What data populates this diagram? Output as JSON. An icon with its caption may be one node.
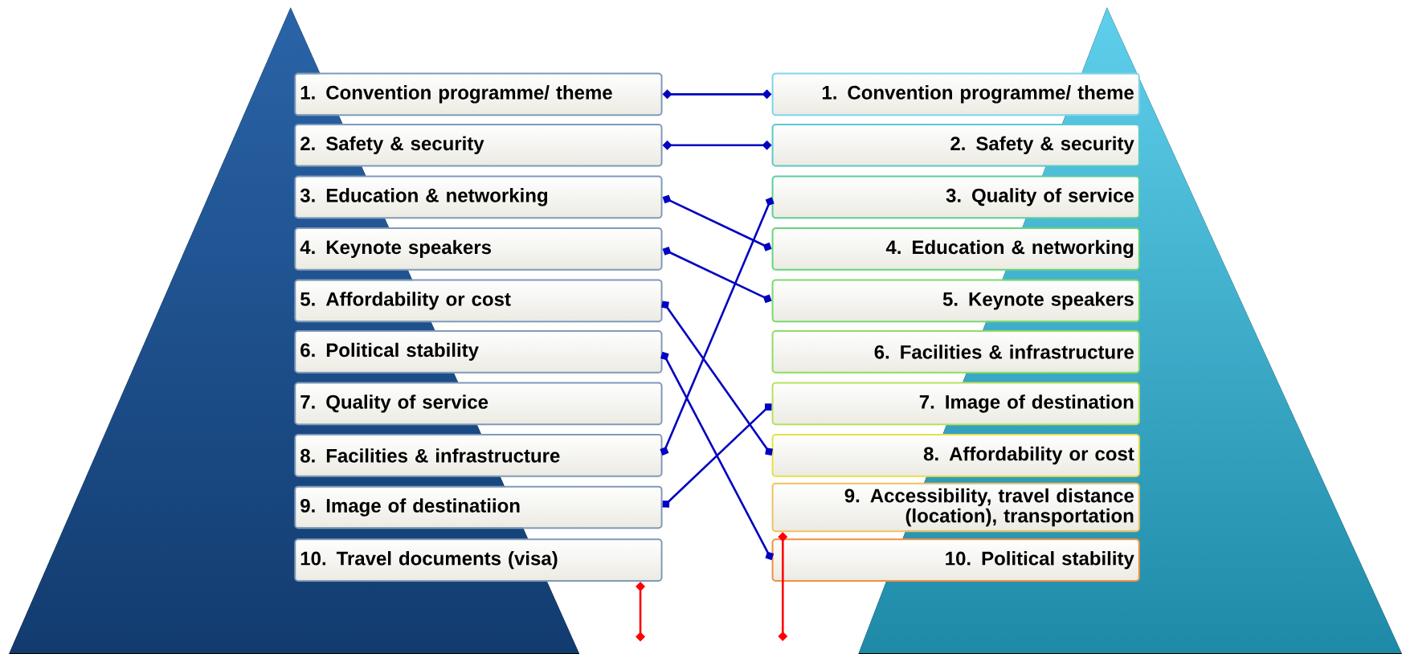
{
  "diagram": {
    "nodes": [
      {
        "text": [
          "1. Convention programme/ theme"
        ]
      },
      {
        "text": [
          "2. Safety & security"
        ]
      },
      {
        "text": [
          "3. Education & networking"
        ]
      },
      {
        "text": [
          "4. Keynote speakers"
        ]
      },
      {
        "text": [
          "5. Affordability or cost"
        ]
      },
      {
        "text": [
          "6. Political stability"
        ]
      },
      {
        "text": [
          "7. Quality of service"
        ]
      },
      {
        "text": [
          "8. Facilities & infrastructure"
        ]
      },
      {
        "text": [
          "9. Image of destinatiion"
        ]
      },
      {
        "text": [
          "10. Travel documents (visa)"
        ]
      },
      {
        "text": [
          "1. Convention programme/ theme"
        ]
      },
      {
        "text": [
          "2. Safety & security"
        ]
      },
      {
        "text": [
          "3. Quality of service"
        ]
      },
      {
        "text": [
          "4. Education & networking"
        ]
      },
      {
        "text": [
          "5. Keynote speakers"
        ]
      },
      {
        "text": [
          "6. Facilities & infrastructure"
        ]
      },
      {
        "text": [
          "7. Image of destination"
        ]
      },
      {
        "text": [
          "8. Affordability or cost"
        ]
      },
      {
        "text": [
          "9. Accessibility, travel distance (location), transportation"
        ]
      },
      {
        "text": [
          "10. Political stability"
        ]
      }
    ],
    "edges": [
      {
        "from": 0,
        "to": 10,
        "arrow": "other"
      },
      {
        "from": 1,
        "to": 11,
        "arrow": "other"
      },
      {
        "from": 2,
        "to": 13,
        "arrow": "other"
      },
      {
        "from": 3,
        "to": 14,
        "arrow": "other"
      },
      {
        "from": 4,
        "to": 17,
        "arrow": "other"
      },
      {
        "from": 5,
        "to": 19,
        "arrow": "other"
      },
      {
        "from": 7,
        "to": 12,
        "arrow": "other"
      },
      {
        "from": 8,
        "to": 16,
        "arrow": "other"
      },
      {
        "from": 9,
        "to": null,
        "arrow": "other",
        "color": "#ff0000"
      },
      {
        "from": 18,
        "to": null,
        "arrow": "other",
        "color": "#ff0000"
      }
    ]
  }
}
